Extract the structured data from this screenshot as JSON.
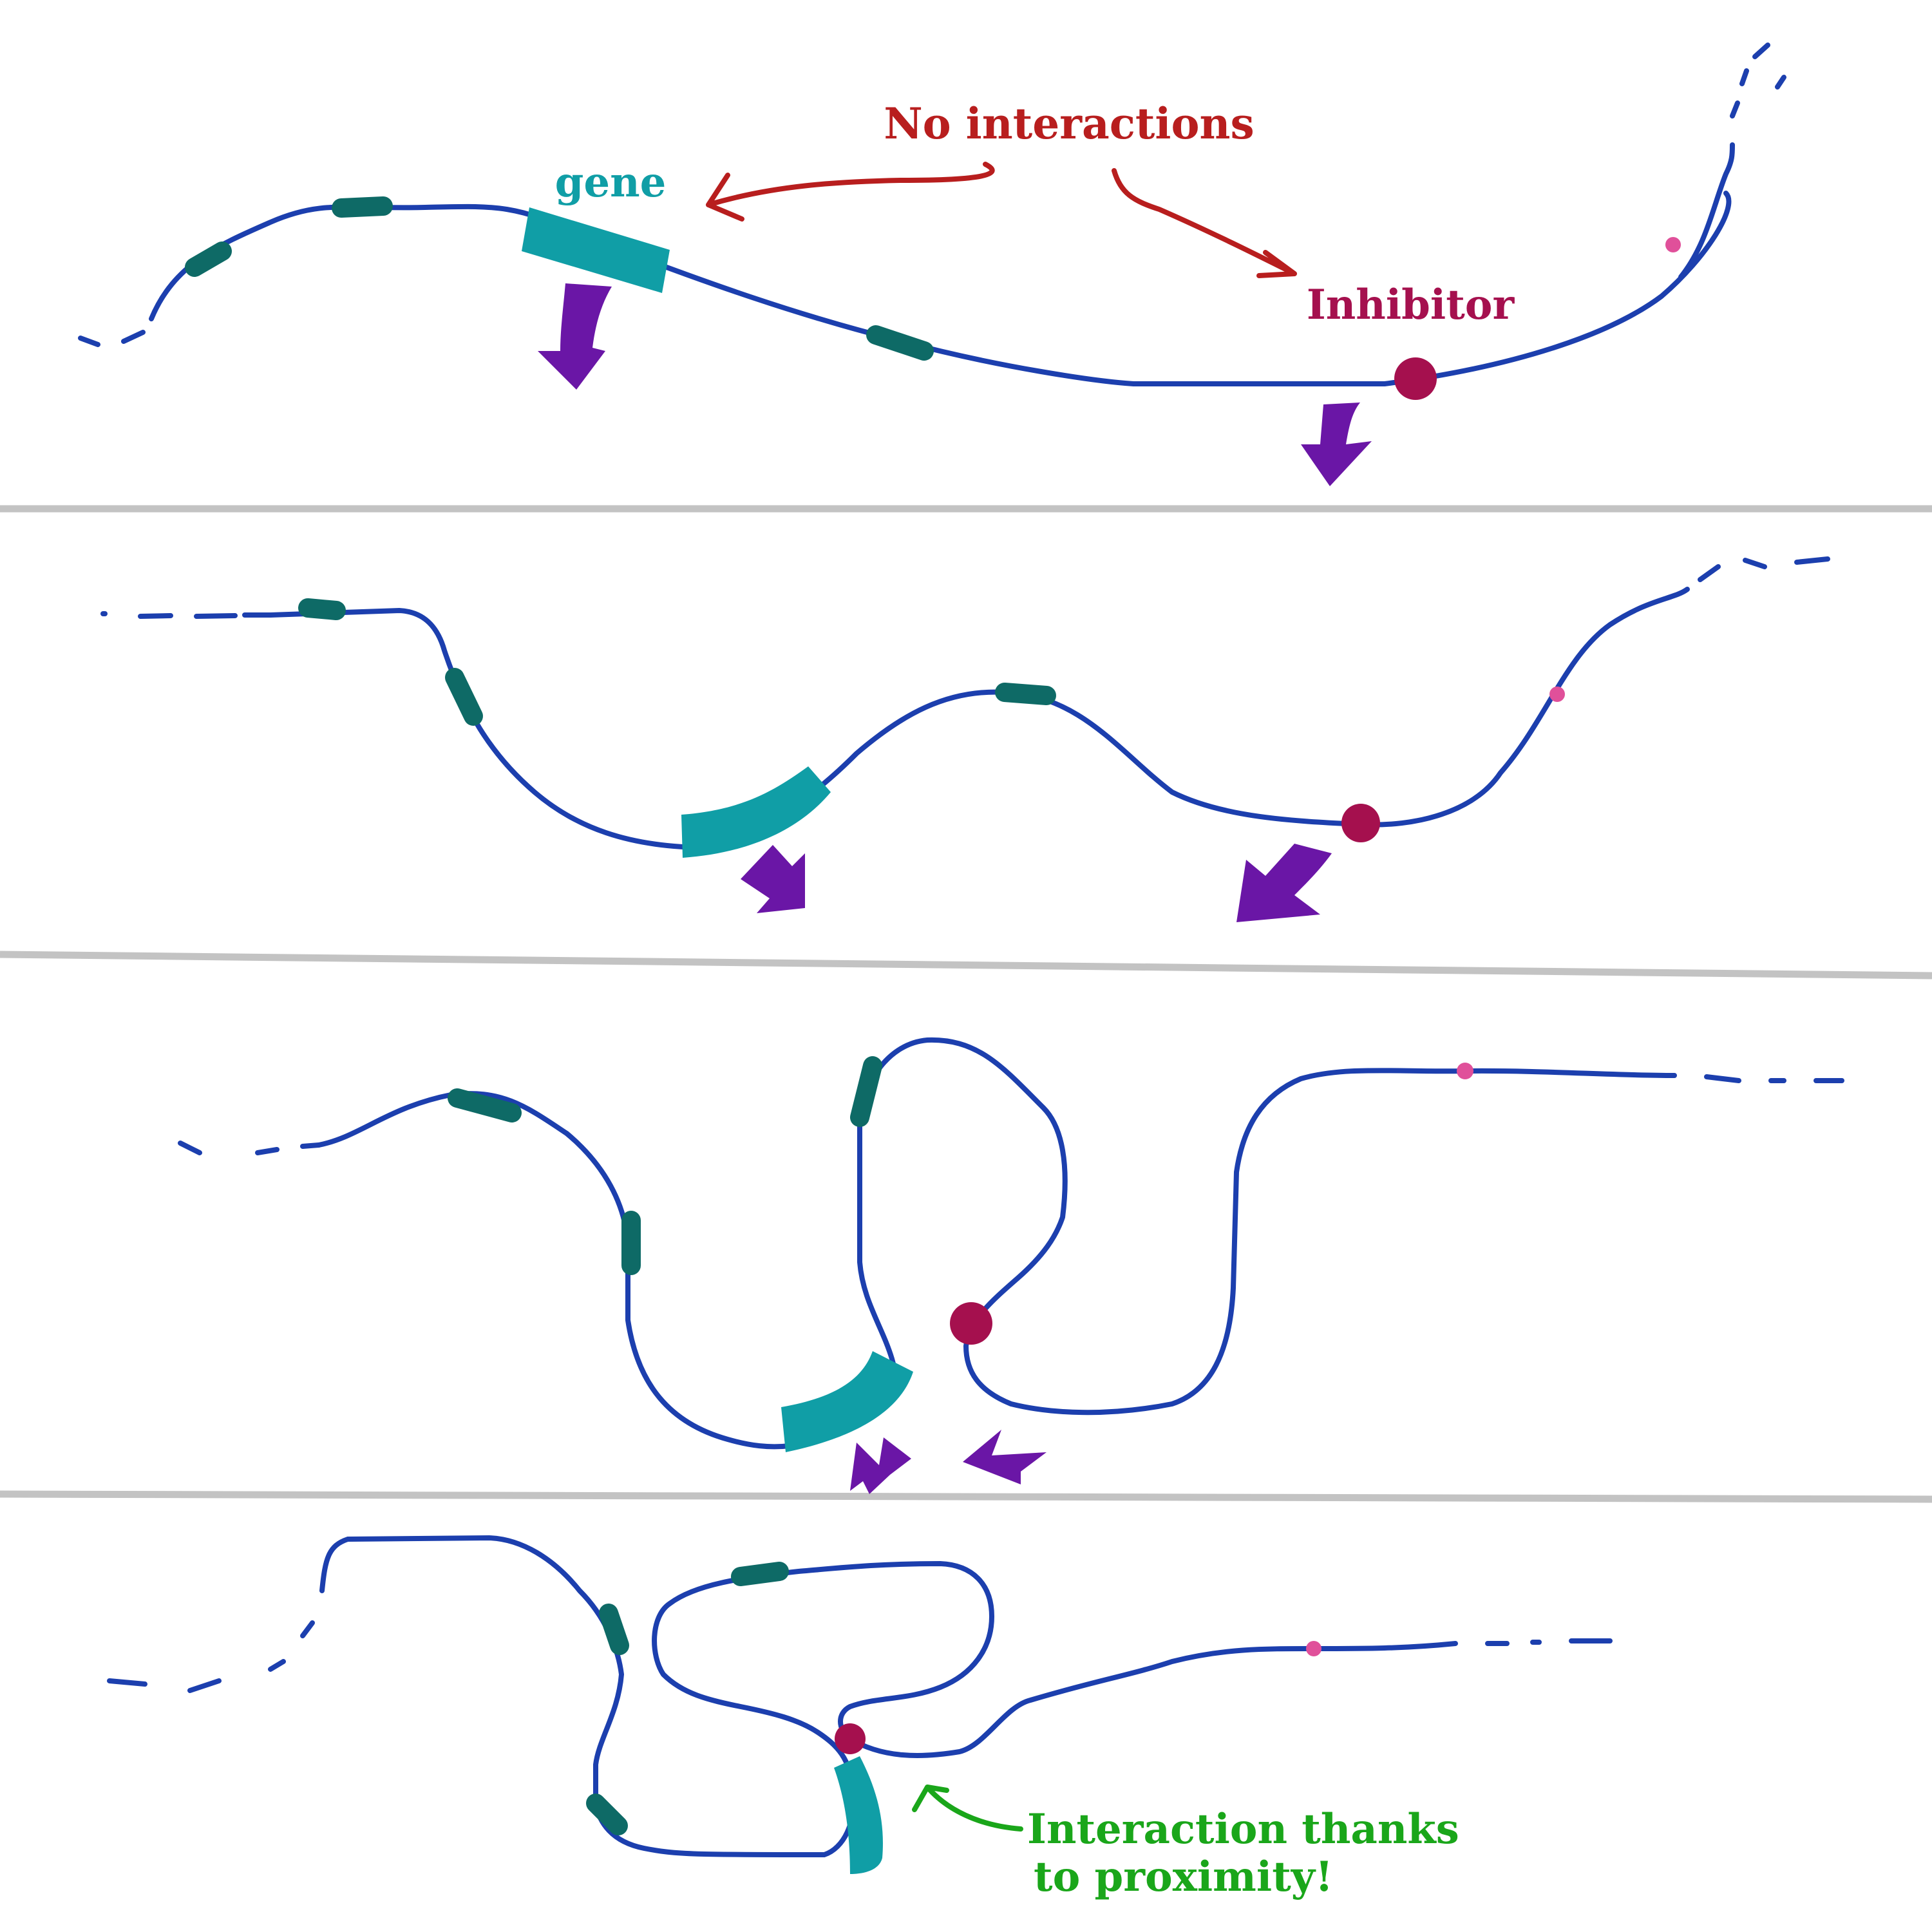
{
  "labels": {
    "no_interactions": "No interactions",
    "gene": "gene",
    "inhibitor": "Inhibitor",
    "interaction_line1": "Interaction thanks",
    "interaction_line2": "to proximity!"
  },
  "colors": {
    "dna_strand": "#1c3fae",
    "gene": "#109ea6",
    "other_gene": "#0e6a66",
    "inhibitor": "#a5104e",
    "small_marker": "#e0509a",
    "movement_arrow": "#6a16a6",
    "annotation_red": "#b81e1e",
    "inhibitor_label": "#a5104e",
    "annotation_green": "#1aa61a",
    "panel_divider": "#c3c3c3"
  },
  "icons": {
    "movement": "arrow-icon",
    "annotation": "hand-drawn-arrow-icon"
  }
}
